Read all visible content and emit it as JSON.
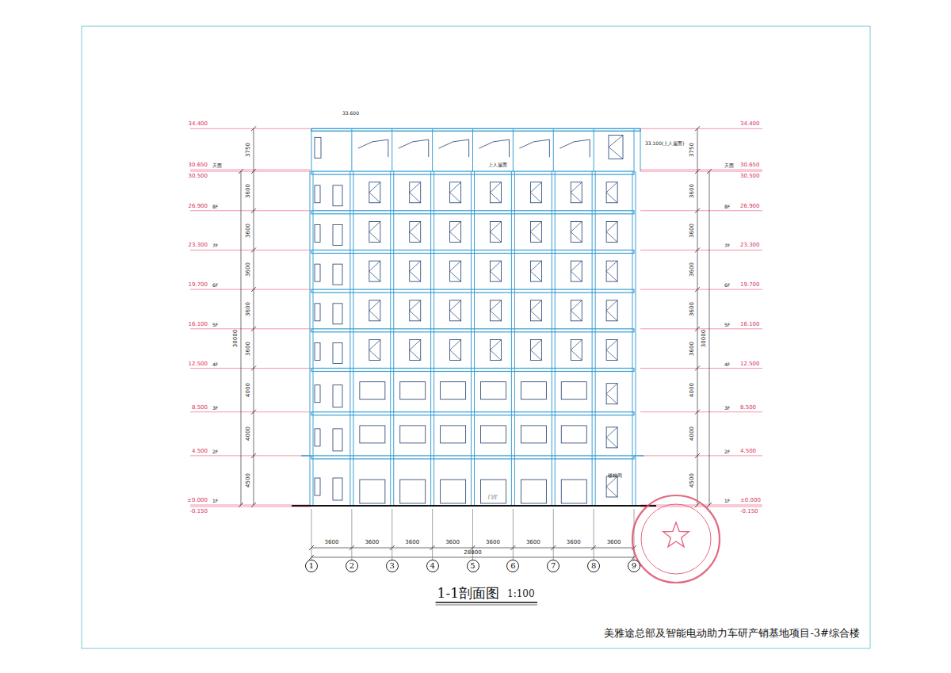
{
  "diagram": {
    "title": "1-1剖面图",
    "caption": "美雅途总部及智能电动助力车研产销基地项目-3#综合楼",
    "nodes": [
      {
        "text": [
          "1"
        ]
      },
      {
        "text": [
          "2"
        ]
      },
      {
        "text": [
          "3"
        ]
      },
      {
        "text": [
          "4"
        ]
      },
      {
        "text": [
          "5"
        ]
      },
      {
        "text": [
          "6"
        ]
      },
      {
        "text": [
          "7"
        ]
      },
      {
        "text": [
          "8"
        ]
      },
      {
        "text": [
          "9"
        ]
      }
    ],
    "labels": [
      "34.400",
      "30.650",
      "30.500",
      "26.900",
      "23.300",
      "19.700",
      "16.100",
      "12.500",
      "8.500",
      "4.500",
      "±0.000",
      "-0.150",
      "34.400",
      "30.650",
      "30.500",
      "26.900",
      "23.300",
      "19.700",
      "16.100",
      "12.500",
      "8.500",
      "4.500",
      "±0.000",
      "-0.150",
      "天面",
      "8F",
      "7F",
      "6F",
      "5F",
      "4F",
      "3F",
      "2F",
      "1F",
      "天面",
      "8F",
      "7F",
      "6F",
      "5F",
      "4F",
      "3F",
      "2F",
      "1F",
      "33.600",
      "33.100(上人屋面)",
      "3750",
      "3600",
      "3600",
      "3600",
      "3600",
      "3600",
      "4000",
      "4000",
      "4500",
      "30000",
      "3750",
      "3600",
      "3600",
      "3600",
      "3600",
      "3600",
      "4000",
      "4000",
      "4500",
      "30000",
      "3600",
      "3600",
      "3600",
      "3600",
      "3600",
      "3600",
      "3600",
      "3600",
      "28800",
      "1:100",
      "上人屋面",
      "门厅",
      "楼梯间"
    ]
  }
}
